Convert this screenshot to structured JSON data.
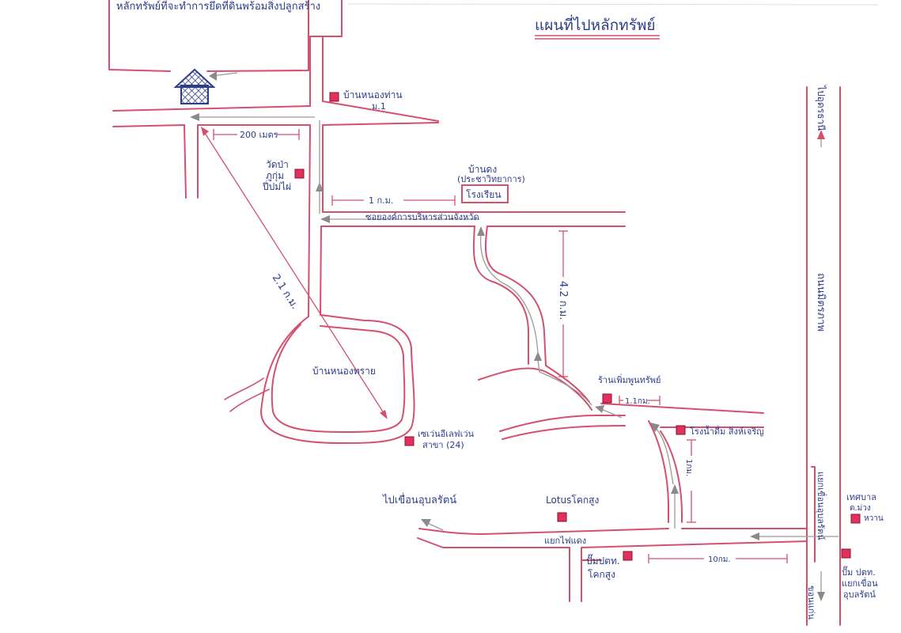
{
  "title": "แผนที่ไปหลักทรัพย์",
  "top_note": "หลักทรัพย์ที่จะทำการยึดที่ดินพร้อมสิ่งปลูกสร้าง",
  "colors": {
    "road": "#d4506f",
    "text": "#2d3d8a",
    "marker": "#e0325c",
    "guide": "#9a9a9a"
  },
  "icons": {
    "property": "house-icon",
    "landmark": "square-marker"
  },
  "landmarks": {
    "baan_nong_tan": {
      "line1": "บ้านหนองท่าน",
      "line2": "ม.1"
    },
    "wat": {
      "line1": "วัดป่า",
      "line2": "ภูกุ่ม",
      "line3": "ปี่ปม่ไผ่"
    },
    "school": {
      "top": "บ้านดง",
      "top2": "(ประชาวิทยาการ)",
      "boxed": "โรงเรียน"
    },
    "alley": "ซอยองค์การบริหารส่วนจังหวัด",
    "baan_nong_sai": "บ้านหนองทราย",
    "seven_eleven": {
      "line1": "เซเว่นอีเลฟเว่น",
      "line2": "สาขา (24)"
    },
    "shop_phoemphun": "ร้านเพิ่มพูนทรัพย์",
    "drinking_water": "โรงน้ำดื่ม สิงห์เจริญ",
    "to_dam": "ไปเขื่อนอุบลรัตน์",
    "lotus": "Lotusโคกสูง",
    "traffic_light": "แยกไฟแดง",
    "ptt_khoksung": {
      "line1": "ปั๊มปตท.",
      "line2": "โคกสูง"
    },
    "municipality": {
      "line1": "เทศบาล",
      "line2": "ต.ม่วง",
      "line3": "หวาน"
    },
    "ptt_junction": {
      "line1": "ปั๊ม ปตท.",
      "line2": "แยกเขื่อน",
      "line3": "อุบลรัตน์"
    },
    "junction_vertical": "แยกเขื่อนอุบลรัตน์",
    "to_udon": "ไปอุดรธานี",
    "highway": "ถนนมิตรภาพ",
    "to_khonkaen": "ขอนแก่น"
  },
  "distances": {
    "d200m": "200 เมตร",
    "d1km": "1 ก.ม.",
    "d2_1km": "2.1 ก.ม.",
    "d4_2km": "4.2 ก.ม.",
    "d1_1km": "1.1กม.",
    "d1km_b": "1กม.",
    "d10km": "10กม."
  }
}
